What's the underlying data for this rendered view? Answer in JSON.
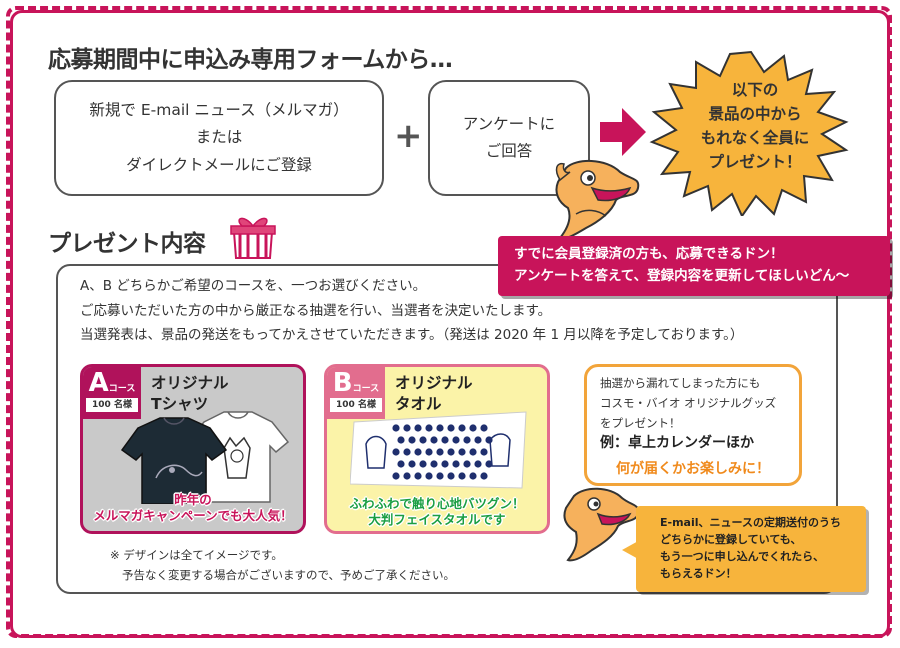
{
  "step": {
    "heading": "応募期間中に申込み専用フォームから…",
    "register_lines": [
      "新規で E-mail ニュース（メルマガ）",
      "または",
      "ダイレクトメールにご登録"
    ],
    "plus": "+",
    "survey_lines": [
      "アンケートに",
      "ご回答"
    ],
    "burst_lines": [
      "以下の",
      "景品の中から",
      "もれなく全員に",
      "プレゼント！"
    ]
  },
  "mascot_top_speech": [
    "すでに会員登録済の方も、応募できるドン！",
    "アンケートを答えて、登録内容を更新してほしいどん～"
  ],
  "present": {
    "heading": "プレゼント内容",
    "desc_lines": [
      "A、B どちらかご希望のコースを、一つお選びください。",
      "ご応募いただいた方の中から厳正なる抽選を行い、当選者を決定いたします。",
      "当選発表は、景品の発送をもってかえさせていただきます。（発送は 2020 年 1 月以降を予定しております。）"
    ],
    "course_a": {
      "letter": "A",
      "suffix": "コース",
      "count": "100 名様",
      "title_lines": [
        "オリジナル",
        "Tシャツ"
      ],
      "caption_lines": [
        "昨年の",
        "メルマガキャンペーンでも大人気！"
      ]
    },
    "course_b": {
      "letter": "B",
      "suffix": "コース",
      "count": "100 名様",
      "title_lines": [
        "オリジナル",
        "タオル"
      ],
      "caption_lines": [
        "ふわふわで触り心地バツグン！",
        "大判フェイスタオルです"
      ]
    },
    "other": {
      "lines": [
        "抽選から漏れてしまった方にも",
        "コスモ・バイオ オリジナルグッズ",
        "をプレゼント！"
      ],
      "example": "例：卓上カレンダーほか",
      "fun": "何が届くかお楽しみに！"
    },
    "note_lines": [
      "※ デザインは全てイメージです。",
      "予告なく変更する場合がございますので、予めご了承ください。"
    ]
  },
  "mascot_bottom_speech": [
    "E-mail、ニュースの定期送付のうち",
    "どちらかに登録していても、",
    "もう一つに申し込んでくれたら、",
    "もらえるドン！"
  ],
  "colors": {
    "frame": "#c8145a",
    "course_a": "#b0125b",
    "course_b": "#e26d8e",
    "burst": "#f7b43c",
    "accent_orange": "#f08a1c",
    "caption_green": "#1a9e42"
  }
}
